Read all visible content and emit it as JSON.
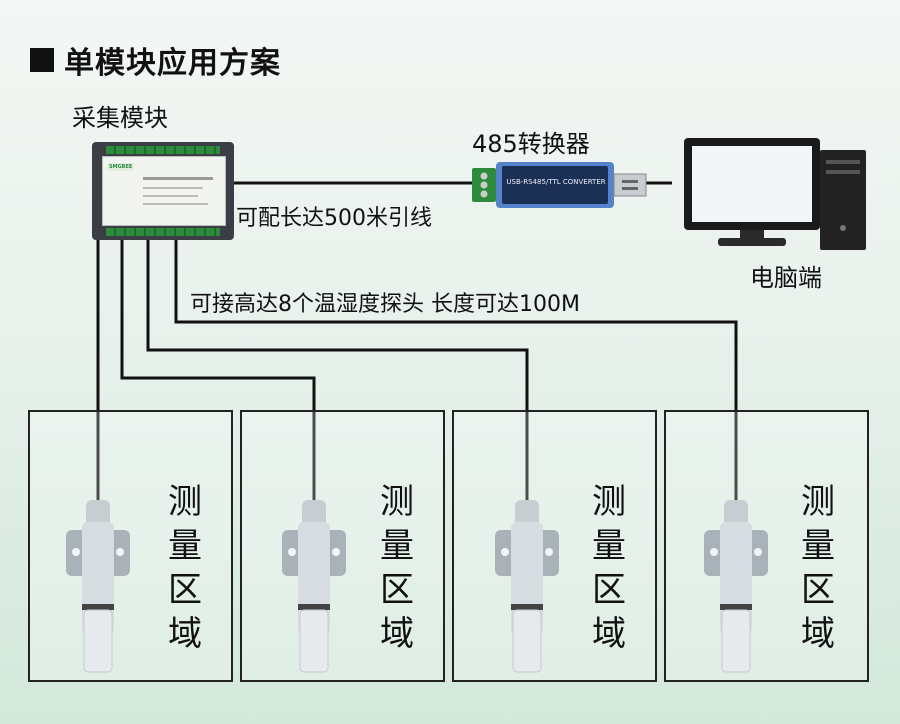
{
  "title": "单模块应用方案",
  "labels": {
    "module": "采集模块",
    "converter": "485转换器",
    "computer": "电脑端",
    "wire_note": "可配长达500米引线",
    "probe_note": "可接高达8个温湿度探头  长度可达100M"
  },
  "zones": [
    {
      "text": [
        "测",
        "量",
        "区",
        "域"
      ]
    },
    {
      "text": [
        "测",
        "量",
        "区",
        "域"
      ]
    },
    {
      "text": [
        "测",
        "量",
        "区",
        "域"
      ]
    },
    {
      "text": [
        "测",
        "量",
        "区",
        "域"
      ]
    }
  ],
  "device_marks": {
    "module_brand": "SMGBEE",
    "converter_print": "USB-RS485/TTL CONVERTER"
  },
  "icons": [
    "module-device-icon",
    "usb-converter-icon",
    "computer-icon",
    "probe-icon"
  ],
  "colors": {
    "accent_green": "#2e8b3e",
    "wire": "#111111",
    "background": "#e8f1ec"
  }
}
